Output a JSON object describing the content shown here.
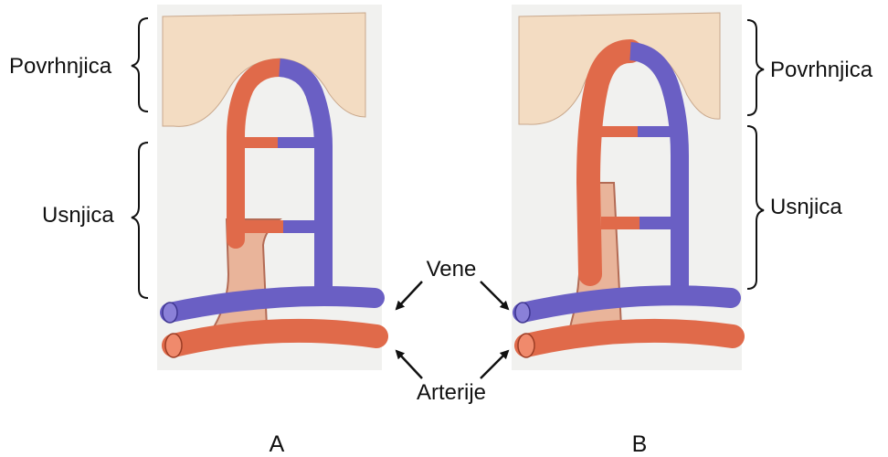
{
  "colors": {
    "artery": "#e06a4a",
    "vein": "#6a5fc4",
    "mixed": "#e9b49a",
    "skin": "#f3dcc2",
    "panel_bg": "#f1f1ef"
  },
  "labels": {
    "left_top": "Povrhnjica",
    "left_mid": "Usnjica",
    "right_top": "Povrhnjica",
    "right_mid": "Usnjica",
    "veins": "Vene",
    "arteries": "Arterije",
    "panel_a": "A",
    "panel_b": "B"
  }
}
